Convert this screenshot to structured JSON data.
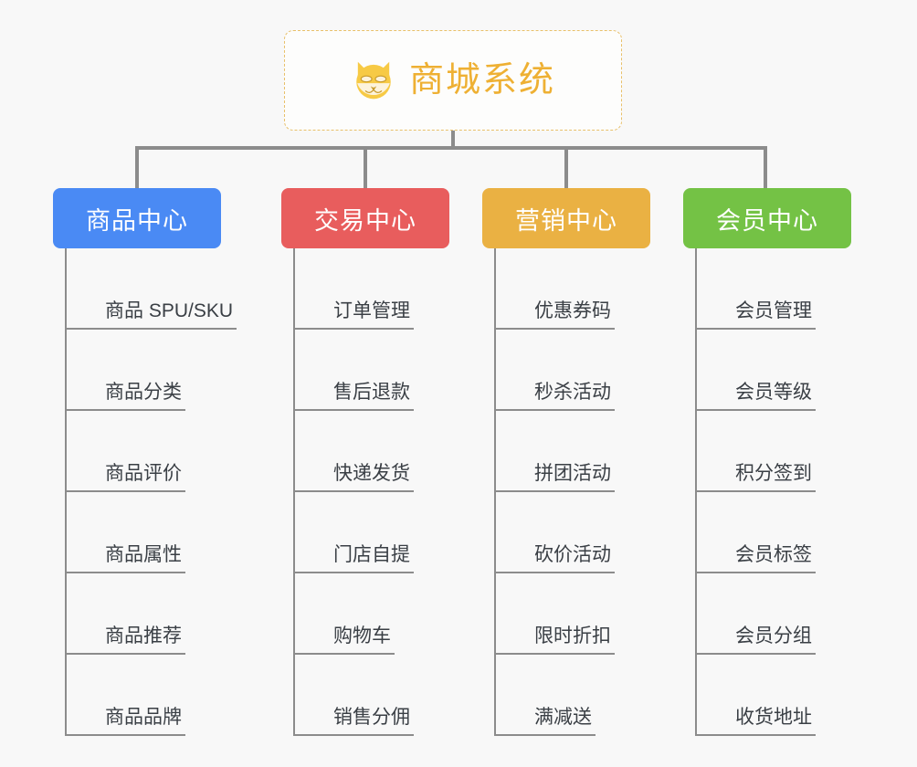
{
  "page": {
    "background_color": "#f8f8f8",
    "connector_color": "#8c8c8c"
  },
  "root": {
    "title": "商城系统",
    "icon": "shiba-dog-face-icon",
    "text_color": "#eeb033",
    "border_color": "#e8c06a",
    "background_color": "#fdfdfc"
  },
  "branches": [
    {
      "label": "商品中心",
      "color": "#4a8af4",
      "items": [
        "商品 SPU/SKU",
        "商品分类",
        "商品评价",
        "商品属性",
        "商品推荐",
        "商品品牌"
      ]
    },
    {
      "label": "交易中心",
      "color": "#e85d5d",
      "items": [
        "订单管理",
        "售后退款",
        "快递发货",
        "门店自提",
        "购物车",
        "销售分佣"
      ]
    },
    {
      "label": "营销中心",
      "color": "#eab143",
      "items": [
        "优惠券码",
        "秒杀活动",
        "拼团活动",
        "砍价活动",
        "限时折扣",
        "满减送"
      ]
    },
    {
      "label": "会员中心",
      "color": "#74c245",
      "items": [
        "会员管理",
        "会员等级",
        "积分签到",
        "会员标签",
        "会员分组",
        "收货地址"
      ]
    }
  ]
}
